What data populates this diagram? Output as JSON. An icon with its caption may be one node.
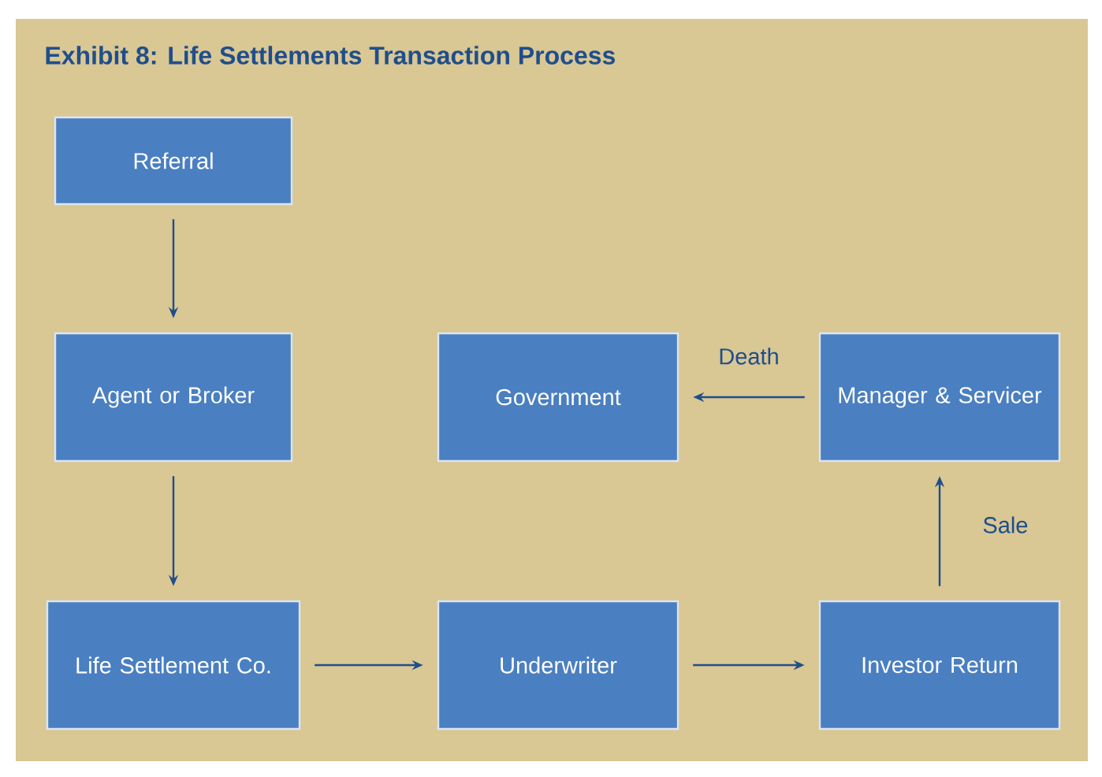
{
  "diagram": {
    "title": "Exhibit 8: Life Settlements Transaction Process",
    "nodes": [
      {
        "text": [
          "Referral"
        ]
      },
      {
        "text": [
          "Agent or Broker"
        ]
      },
      {
        "text": [
          "Life Settlement Co."
        ]
      },
      {
        "text": [
          "Underwriter"
        ]
      },
      {
        "text": [
          "Investor Return"
        ]
      },
      {
        "text": [
          "Manager & Servicer"
        ]
      },
      {
        "text": [
          "Government"
        ]
      }
    ],
    "edges": [
      {
        "from": 0,
        "to": 1,
        "arrow": "to"
      },
      {
        "from": 1,
        "to": 2,
        "arrow": "to"
      },
      {
        "from": 2,
        "to": 3,
        "arrow": "to"
      },
      {
        "from": 3,
        "to": 4,
        "arrow": "to"
      },
      {
        "from": 4,
        "to": 5,
        "arrow": "to",
        "label": "Sale"
      },
      {
        "from": 5,
        "to": 6,
        "arrow": "to",
        "label": "Death"
      }
    ]
  }
}
